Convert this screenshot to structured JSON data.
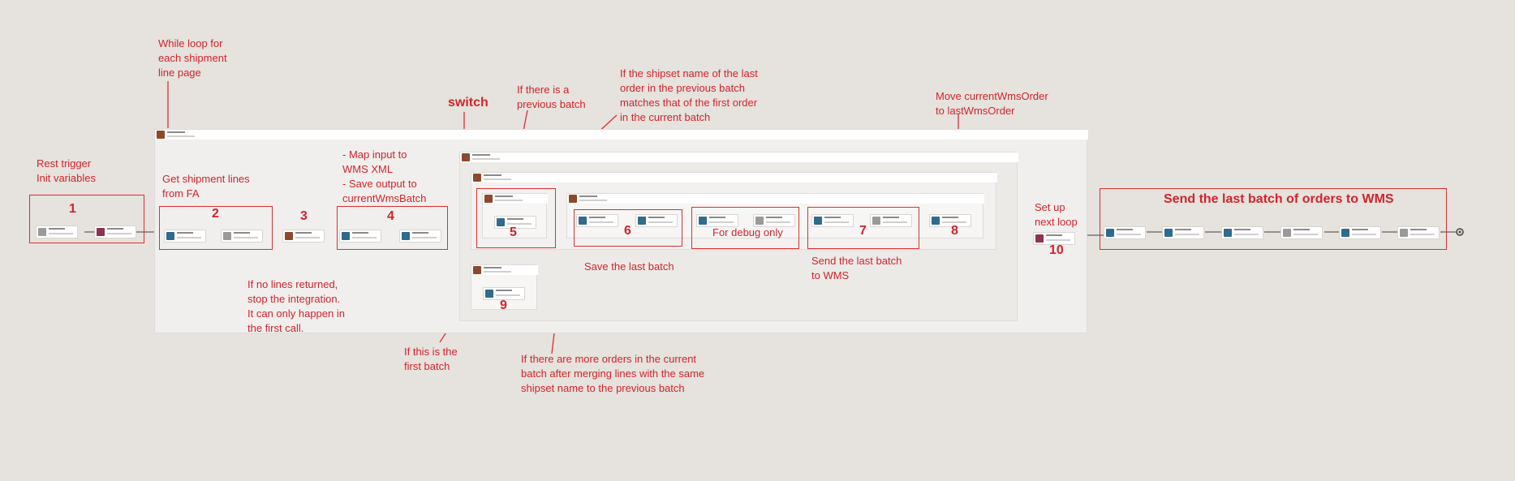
{
  "annotations": {
    "while_loop": [
      "While loop for",
      "each shipment",
      "line page"
    ],
    "rest_trigger": [
      "Rest trigger",
      "Init variables"
    ],
    "get_shipment": [
      "Get shipment lines",
      "from FA"
    ],
    "map_input": [
      "- Map input to",
      "WMS XML",
      "- Save output to",
      "currentWmsBatch"
    ],
    "switch": "switch",
    "previous_batch": [
      "If there is a",
      "previous batch"
    ],
    "shipset_match": [
      "If the shipset name of the last",
      "order in the previous batch",
      "matches that of the first order",
      "in the current batch"
    ],
    "move_order": [
      "Move currentWmsOrder",
      "to lastWmsOrder"
    ],
    "set_up_loop": [
      "Set up",
      "next loop"
    ],
    "send_last_batch_title": "Send the last batch of orders to WMS",
    "no_lines": [
      "If no lines returned,",
      "stop the integration.",
      "It can only happen in",
      "the first call."
    ],
    "for_debug": "For debug only",
    "save_last_batch": "Save the last batch",
    "send_last_batch_wms": [
      "Send the last batch",
      "to WMS"
    ],
    "first_batch": [
      "If this is the",
      "first batch"
    ],
    "more_orders": [
      "If there are more orders in the current",
      "batch after merging lines with the same",
      "shipset name to the previous batch"
    ]
  },
  "numbers": [
    "1",
    "2",
    "3",
    "4",
    "5",
    "6",
    "7",
    "8",
    "9",
    "10"
  ],
  "colors": {
    "annotation": "#d2232a",
    "background": "#e6e2dd",
    "panel": "#f1efed",
    "icon_blue": "#2f6b8c",
    "icon_brown": "#8a4a2b",
    "icon_maroon": "#8d3350"
  }
}
